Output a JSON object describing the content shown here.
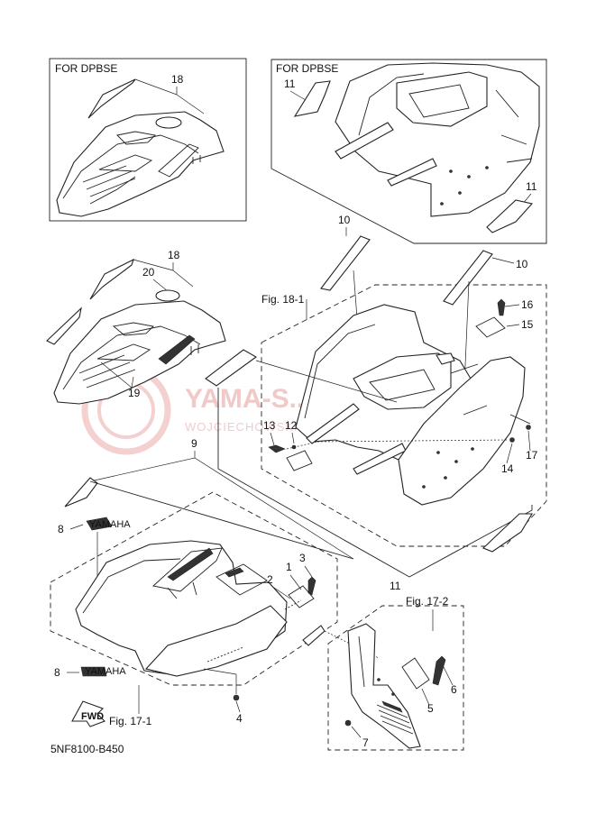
{
  "inset_left": {
    "header": "FOR DPBSE"
  },
  "inset_right": {
    "header": "FOR DPBSE"
  },
  "figures": {
    "fig_18_1": "Fig. 18-1",
    "fig_17_1": "Fig. 17-1",
    "fig_17_2": "Fig. 17-2"
  },
  "callouts": {
    "c18a": "18",
    "c18b": "18",
    "c20": "20",
    "c19": "19",
    "c11a": "11",
    "c11b": "11",
    "c11c": "11",
    "c10a": "10",
    "c10b": "10",
    "c16": "16",
    "c15": "15",
    "c17": "17",
    "c14": "14",
    "c13": "13",
    "c12": "12",
    "c9": "9",
    "c8a": "8",
    "c8b": "8",
    "c3": "3",
    "c1": "1",
    "c2": "2",
    "c4": "4",
    "c6": "6",
    "c5": "5",
    "c7": "7"
  },
  "decal_text": {
    "brand_a": "YAMAHA",
    "brand_b": "YAMAHA",
    "fwd": "FWD"
  },
  "watermark": {
    "line1": "YAMA-S...PL",
    "line2": "WOJCIECHOWSKI · DEALER YAMAHA"
  },
  "diagram_code": "5NF8100-B450"
}
